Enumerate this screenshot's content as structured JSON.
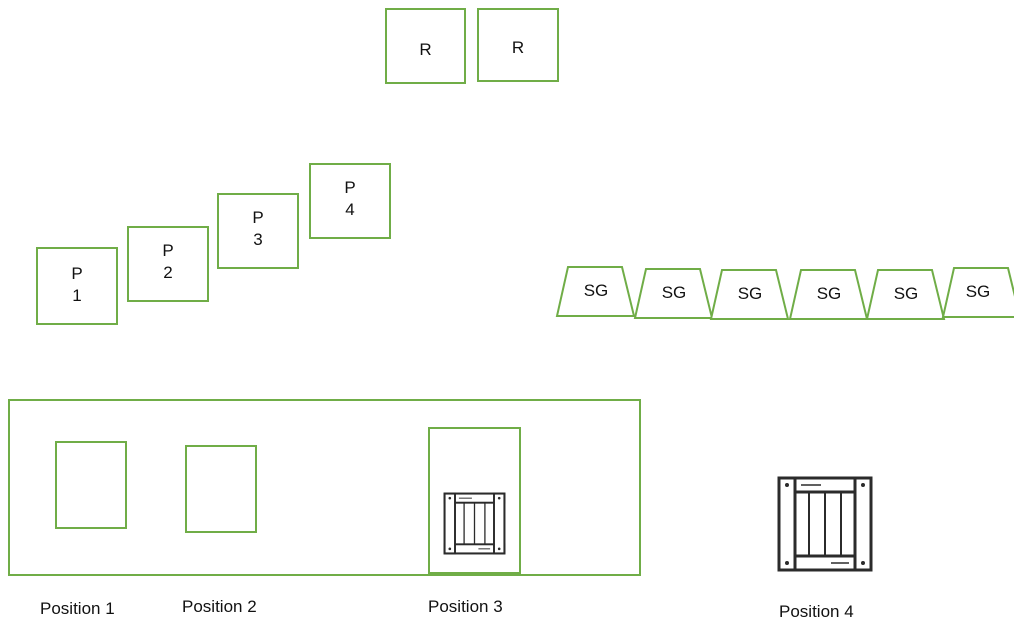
{
  "colors": {
    "outline": "#70ad47",
    "crate": "#2b2b2b"
  },
  "r_boxes": [
    {
      "label": "R"
    },
    {
      "label": "R"
    }
  ],
  "p_boxes": [
    {
      "line1": "P",
      "line2": "1"
    },
    {
      "line1": "P",
      "line2": "2"
    },
    {
      "line1": "P",
      "line2": "3"
    },
    {
      "line1": "P",
      "line2": "4"
    }
  ],
  "sg_shapes": [
    {
      "label": "SG"
    },
    {
      "label": "SG"
    },
    {
      "label": "SG"
    },
    {
      "label": "SG"
    },
    {
      "label": "SG"
    },
    {
      "label": "SG"
    }
  ],
  "positions": [
    {
      "label": "Position 1"
    },
    {
      "label": "Position 2"
    },
    {
      "label": "Position 3"
    },
    {
      "label": "Position 4"
    }
  ],
  "icons": {
    "crate": "wooden-crate-icon"
  }
}
